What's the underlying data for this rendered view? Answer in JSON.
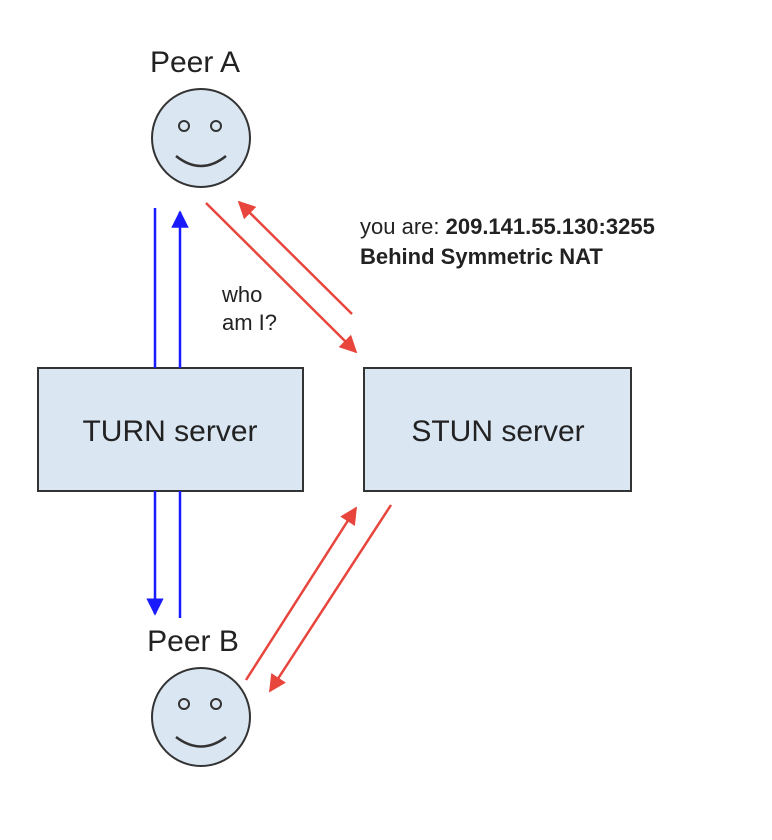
{
  "peers": {
    "a": {
      "label": "Peer A"
    },
    "b": {
      "label": "Peer B"
    }
  },
  "servers": {
    "turn": {
      "label": "TURN server"
    },
    "stun": {
      "label": "STUN server"
    }
  },
  "annotations": {
    "query_line1": "who",
    "query_line2": "am I?",
    "response_prefix": "you are: ",
    "response_address": "209.141.55.130:3255",
    "response_nat": "Behind Symmetric NAT"
  },
  "colors": {
    "server_fill": "#dae6f2",
    "server_stroke": "#333333",
    "face_fill": "#dae6f2",
    "turn_arrow": "#1a1aff",
    "stun_arrow": "#e8453c",
    "text": "#222222"
  },
  "icons": {
    "peer_a": "smiley-face-icon",
    "peer_b": "smiley-face-icon"
  }
}
